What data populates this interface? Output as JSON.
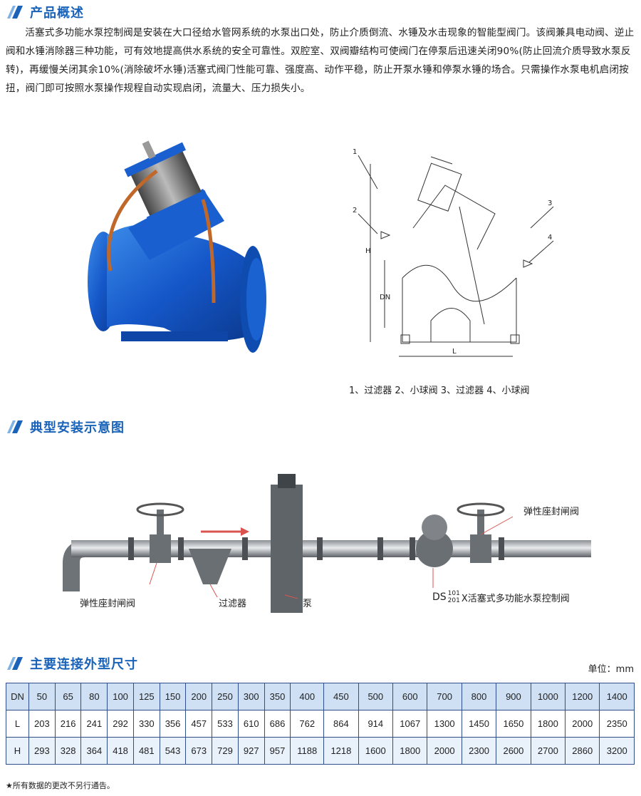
{
  "sections": {
    "overview": "产品概述",
    "install": "典型安装示意图",
    "dimensions": "主要连接外型尺寸"
  },
  "intro_text": "活塞式多功能水泵控制阀是安装在大口径给水管网系统的水泵出口处，防止介质倒流、水锤及水击现象的智能型阀门。该阀兼具电动阀、逆止阀和水锤消除器三种功能，可有效地提高供水系统的安全可靠性。双腔室、双阀瓣结构可使阀门在停泵后迅速关闭90%(防止回流介质导致水泵反转)，再缓慢关闭其余10%(消除破坏水锤)活塞式阀门性能可靠、强度高、动作平稳，防止开泵水锤和停泵水锤的场合。只需操作水泵电机启闭按扭，阀门即可按照水泵操作规程自动实现启闭，流量大、压力损失小。",
  "drawing": {
    "callouts": [
      "1",
      "2",
      "3",
      "4"
    ],
    "dim_h": "H",
    "dim_dn": "DN",
    "dim_l": "L",
    "legend": "1、过滤器 2、小球阀 3、过滤器 4、小球阀"
  },
  "install_labels": {
    "gate_valve_left": "弹性座封闸阀",
    "strainer": "过滤器",
    "pump": "泵",
    "gate_valve_right": "弹性座封闸阀",
    "control_valve_prefix": "DS",
    "control_valve_sup": "101",
    "control_valve_sub": "201",
    "control_valve_name": "X活塞式多功能水泵控制阀"
  },
  "unit": "单位：mm",
  "table": {
    "rows": [
      [
        "DN",
        "50",
        "65",
        "80",
        "100",
        "125",
        "150",
        "200",
        "250",
        "300",
        "350",
        "400",
        "450",
        "500",
        "600",
        "700",
        "800",
        "900",
        "1000",
        "1200",
        "1400"
      ],
      [
        "L",
        "203",
        "216",
        "241",
        "292",
        "330",
        "356",
        "457",
        "533",
        "610",
        "686",
        "762",
        "864",
        "914",
        "1067",
        "1300",
        "1450",
        "1650",
        "1800",
        "2000",
        "2350"
      ],
      [
        "H",
        "293",
        "328",
        "364",
        "418",
        "481",
        "543",
        "673",
        "729",
        "927",
        "957",
        "1188",
        "1218",
        "1600",
        "1800",
        "2000",
        "2300",
        "2600",
        "2700",
        "2860",
        "3200"
      ]
    ]
  },
  "footnote": "★所有数据的更改不另行通告。"
}
